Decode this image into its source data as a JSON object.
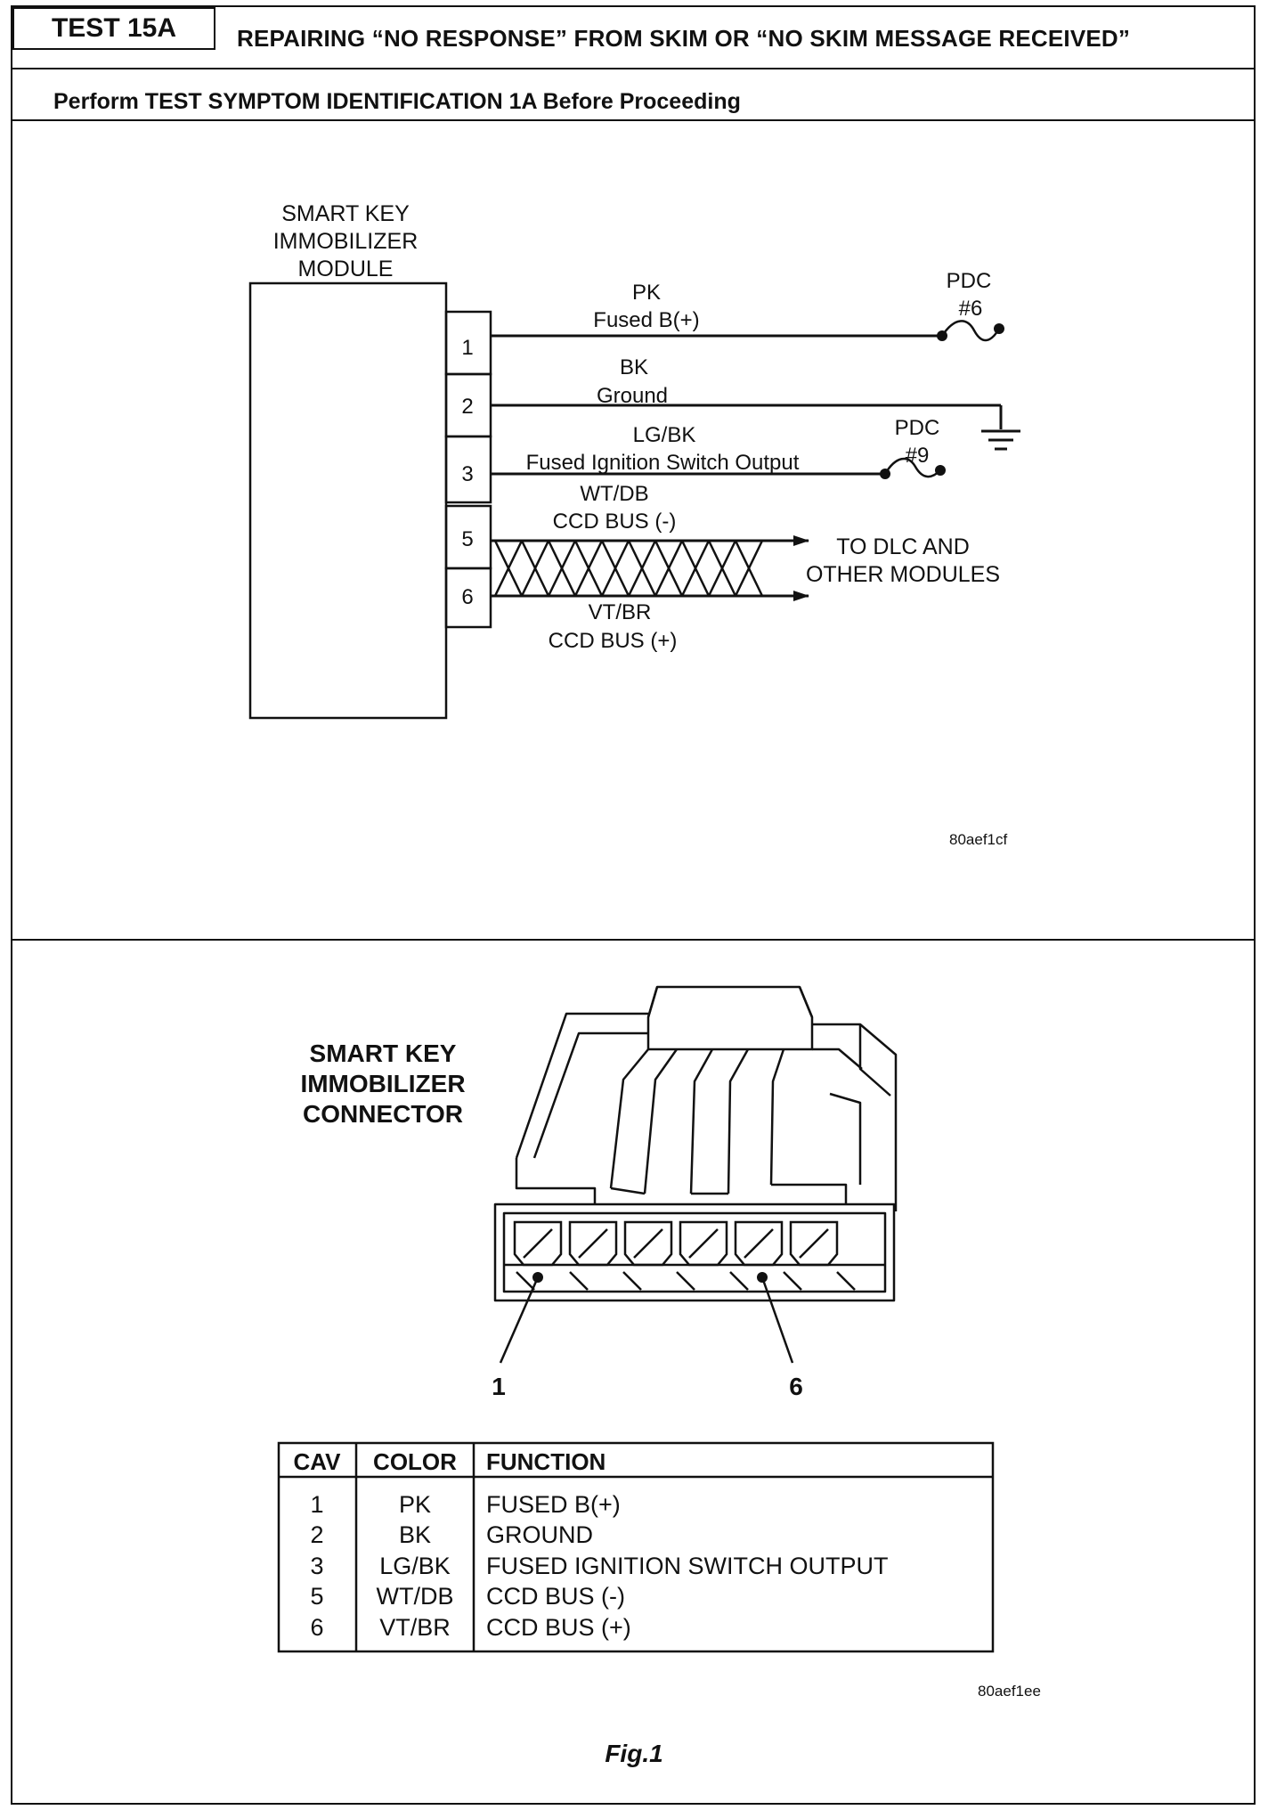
{
  "header": {
    "test_id": "TEST 15A",
    "title": "REPAIRING “NO RESPONSE” FROM SKIM OR “NO SKIM MESSAGE RECEIVED”",
    "subtitle": "Perform TEST SYMPTOM IDENTIFICATION 1A Before Proceeding"
  },
  "schematic": {
    "module_label": [
      "SMART KEY",
      "IMMOBILIZER",
      "MODULE"
    ],
    "pins": [
      "1",
      "2",
      "3",
      "5",
      "6"
    ],
    "wires": [
      {
        "color": "PK",
        "function": "Fused B(+)"
      },
      {
        "color": "BK",
        "function": "Ground"
      },
      {
        "color": "LG/BK",
        "function": "Fused Ignition Switch Output"
      },
      {
        "color": "WT/DB",
        "function": "CCD BUS (-)"
      },
      {
        "color": "VT/BR",
        "function": "CCD BUS (+)"
      }
    ],
    "fuse1": [
      "PDC",
      "#6"
    ],
    "fuse2": [
      "PDC",
      "#9"
    ],
    "destination": [
      "TO DLC AND",
      "OTHER MODULES"
    ],
    "figure_code": "80aef1cf"
  },
  "connector": {
    "label": [
      "SMART KEY",
      "IMMOBILIZER",
      "CONNECTOR"
    ],
    "callout_left": "1",
    "callout_right": "6",
    "figure_code": "80aef1ee"
  },
  "table": {
    "headers": [
      "CAV",
      "COLOR",
      "FUNCTION"
    ],
    "rows": [
      [
        "1",
        "PK",
        "FUSED B(+)"
      ],
      [
        "2",
        "BK",
        "GROUND"
      ],
      [
        "3",
        "LG/BK",
        "FUSED IGNITION SWITCH OUTPUT"
      ],
      [
        "5",
        "WT/DB",
        "CCD BUS (-)"
      ],
      [
        "6",
        "VT/BR",
        "CCD BUS (+)"
      ]
    ]
  },
  "caption": "Fig.1"
}
